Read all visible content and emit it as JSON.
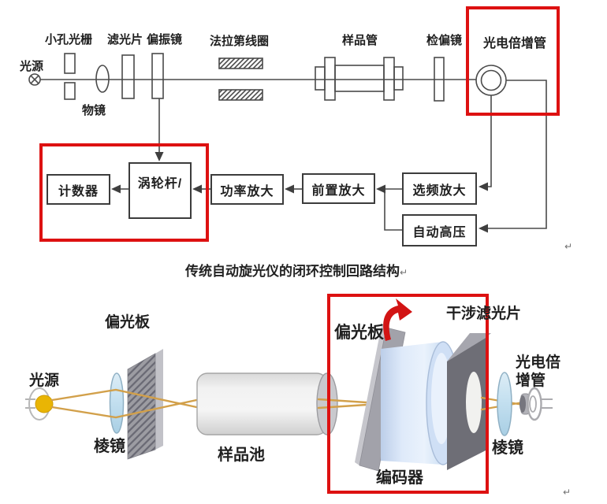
{
  "page": {
    "background": "#ffffff"
  },
  "colors": {
    "highlight_red": "#dd1111",
    "diagram_line_gray": "#4a4a4a",
    "ray_orange": "#d2a04a",
    "bulb_yellow": "#e9b504",
    "lens_blue": "#c4e0f0",
    "encoder_blue": "#cfdff5",
    "plate_gray": "#9c9ca2",
    "filter_dark_gray": "#6e6e76"
  },
  "top_diagram": {
    "component_labels": {
      "light_source": "光源",
      "pinhole_grating": "小孔光栅",
      "objective_lens": "物镜",
      "filter": "滤光片",
      "polarizer": "偏振镜",
      "faraday_coil": "法拉第线圈",
      "sample_tube": "样品管",
      "analyzer": "检偏镜",
      "photomultiplier": "光电倍增管"
    },
    "flow_boxes": {
      "counter": "计数器",
      "turbine_rod": "涡轮杆/",
      "power_amplifier": "功率放大",
      "preamplifier": "前置放大",
      "frequency_selective_amplifier": "选频放大",
      "auto_high_voltage": "自动高压"
    },
    "caption": "传统自动旋光仪的闭环控制回路结构",
    "paragraph_mark": "↵"
  },
  "bottom_diagram": {
    "labels": {
      "light_source": "光源",
      "prism_left": "棱镜",
      "polarizer_plate_left": "偏光板",
      "sample_cell": "样品池",
      "polarizer_plate_right": "偏光板",
      "interference_filter": "干涉滤光片",
      "encoder": "编码器",
      "photomultiplier_line1": "光电倍",
      "photomultiplier_line2": "增管",
      "prism_right": "棱镜"
    },
    "paragraph_mark": "↵"
  }
}
